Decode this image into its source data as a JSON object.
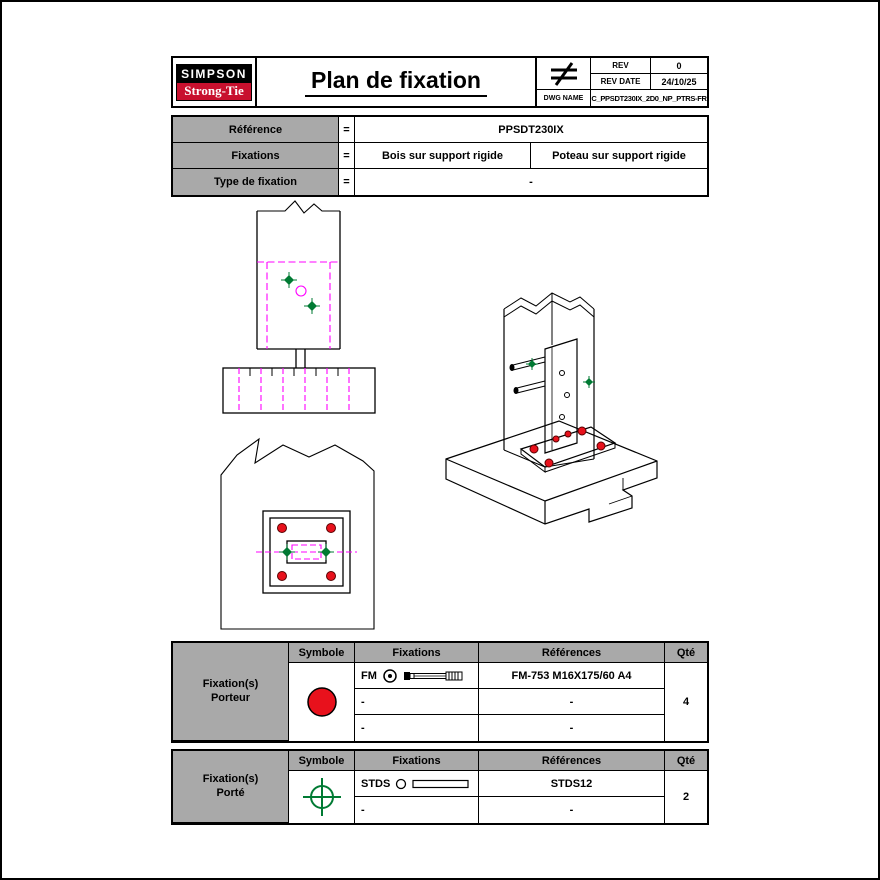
{
  "header": {
    "logo_top": "SIMPSON",
    "logo_bottom": "Strong-Tie",
    "title": "Plan de fixation",
    "rev_label": "REV",
    "rev_value": "0",
    "rev_date_label": "REV DATE",
    "rev_date_value": "24/10/25",
    "dwg_name_label": "DWG NAME",
    "dwg_name_value": "C_PPSDT230IX_2D0_NP_PTRS-FR"
  },
  "reference_table": {
    "row1_label": "Référence",
    "row1_eq": "=",
    "row1_value": "PPSDT230IX",
    "row2_label": "Fixations",
    "row2_eq": "=",
    "row2_value_a": "Bois sur support rigide",
    "row2_value_b": "Poteau sur support rigide",
    "row3_label": "Type de fixation",
    "row3_eq": "=",
    "row3_value": "-"
  },
  "porteur": {
    "label_line1": "Fixation(s)",
    "label_line2": "Porteur",
    "headers": {
      "symbole": "Symbole",
      "fixations": "Fixations",
      "references": "Références",
      "qte": "Qté"
    },
    "symbol": "red-circle-symbol",
    "rows": [
      {
        "fixation": "FM",
        "reference": "FM-753 M16X175/60 A4"
      },
      {
        "fixation": "-",
        "reference": "-"
      },
      {
        "fixation": "-",
        "reference": "-"
      }
    ],
    "qty": "4"
  },
  "porte": {
    "label_line1": "Fixation(s)",
    "label_line2": "Porté",
    "headers": {
      "symbole": "Symbole",
      "fixations": "Fixations",
      "references": "Références",
      "qte": "Qté"
    },
    "symbol": "green-crosshair-symbol",
    "rows": [
      {
        "fixation": "STDS",
        "reference": "STDS12"
      },
      {
        "fixation": "-",
        "reference": "-"
      }
    ],
    "qty": "2"
  },
  "icons": {
    "projection_symbol": "not-equal-projection-symbol",
    "porteur_symbol": "red-filled-circle",
    "porte_symbol": "green-circle-crosshair",
    "fm_row_icons": "washer-and-anchor-bolt",
    "stds_row_icons": "circle-and-dowel"
  },
  "colors": {
    "logo_black": "#000000",
    "logo_red": "#c8102e",
    "table_gray": "#a9a9a9",
    "symbol_red": "#e8111c",
    "symbol_green": "#007a33",
    "drawing_magenta": "#ff00ff"
  }
}
